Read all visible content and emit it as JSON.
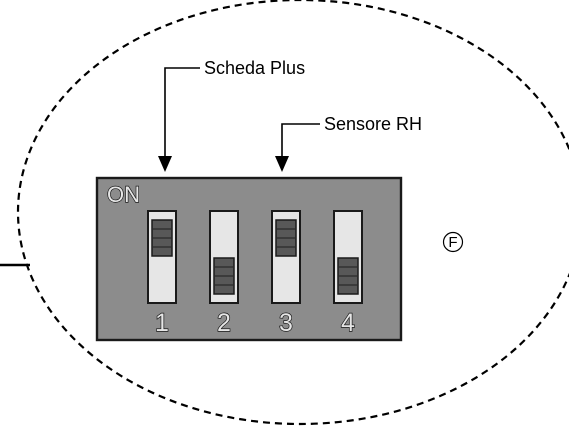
{
  "labels": {
    "scheda_plus": "Scheda Plus",
    "sensore_rh": "Sensore RH",
    "on": "ON",
    "circle_marker": "F"
  },
  "switches": [
    {
      "number": "1",
      "position": "up"
    },
    {
      "number": "2",
      "position": "down"
    },
    {
      "number": "3",
      "position": "up"
    },
    {
      "number": "4",
      "position": "down"
    }
  ],
  "colors": {
    "panel": "#8c8c8c",
    "slot": "#e6e6e6",
    "knob": "#585858",
    "outline": "#1a1a1a"
  }
}
